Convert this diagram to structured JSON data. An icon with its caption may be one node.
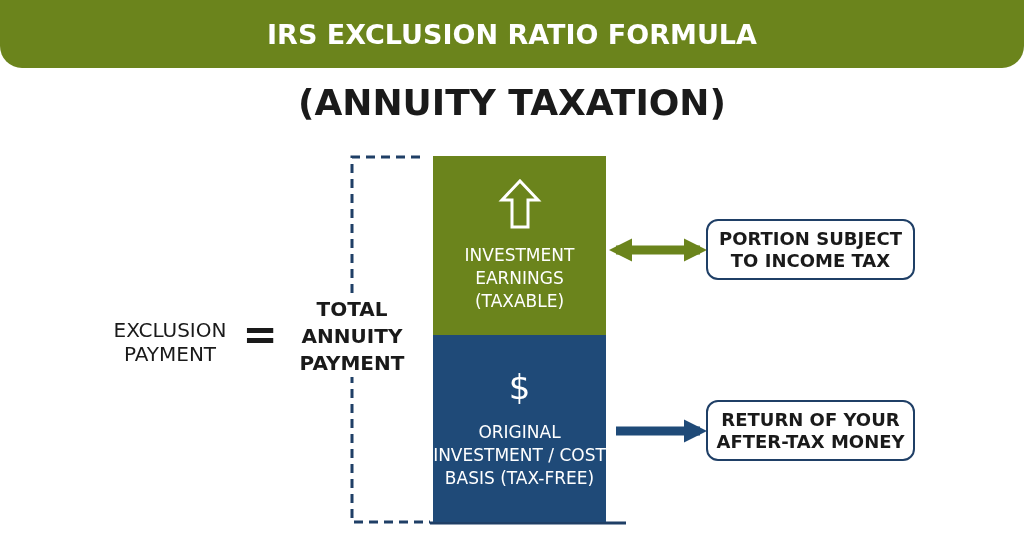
{
  "diagram": {
    "title": "IRS EXCLUSION RATIO FORMULA",
    "nodes": [
      {
        "text": [
          "INVESTMENT EARNINGS (TAXABLE)"
        ]
      },
      {
        "text": [
          "$",
          "ORIGINAL INVESTMENT / COST BASIS (TAX-FREE)"
        ]
      },
      {
        "text": [
          "PORTION SUBJECT TO INCOME TAX"
        ]
      },
      {
        "text": [
          "RETURN OF YOUR AFTER-TAX MONEY"
        ]
      }
    ],
    "edges": [
      {
        "from": 0,
        "to": 2,
        "arrow": "both",
        "color": "#6b841c"
      },
      {
        "from": 1,
        "to": 3,
        "arrow": "to",
        "color": "#1f4a78"
      }
    ],
    "labels": [
      "(ANNUITY TAXATION)",
      "EXCLUSION PAYMENT",
      "=",
      "TOTAL ANNUITY PAYMENT"
    ]
  }
}
